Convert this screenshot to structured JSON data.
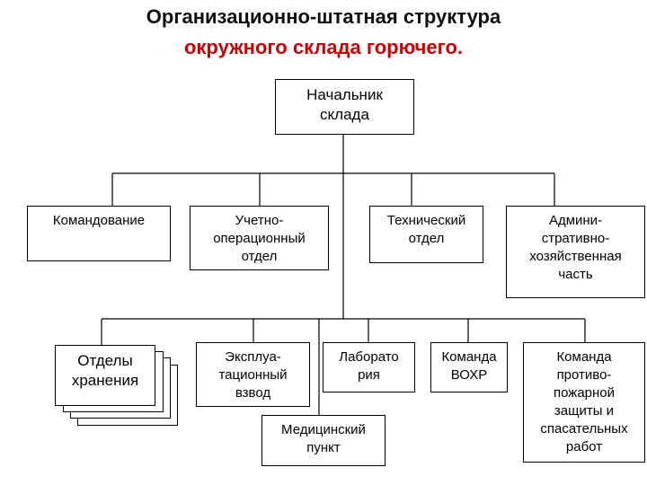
{
  "title": {
    "line1": "Организационно-штатная структура",
    "line2": "окружного склада горючего."
  },
  "colors": {
    "title_line1": "#111111",
    "title_line2": "#cc0000",
    "lines": "#000000"
  },
  "boxes": {
    "head": "Начальник\nсклада",
    "command": "Командование",
    "accounting": "Учетно-\nоперационный\nотдел",
    "technical": "Технический\nотдел",
    "admin": "Админи-\nстративно-\nхозяйственная\nчасть",
    "storage": "Отделы\nхранения",
    "exploitation": "Эксплуа-\nтационный\nвзвод",
    "laboratory": "Лаборато\nрия",
    "vokhr": "Команда\nВОХР",
    "fire": "Команда\nпротиво-\nпожарной\nзащиты и\nспасательных\nработ",
    "medical": "Медицинский\nпункт"
  }
}
